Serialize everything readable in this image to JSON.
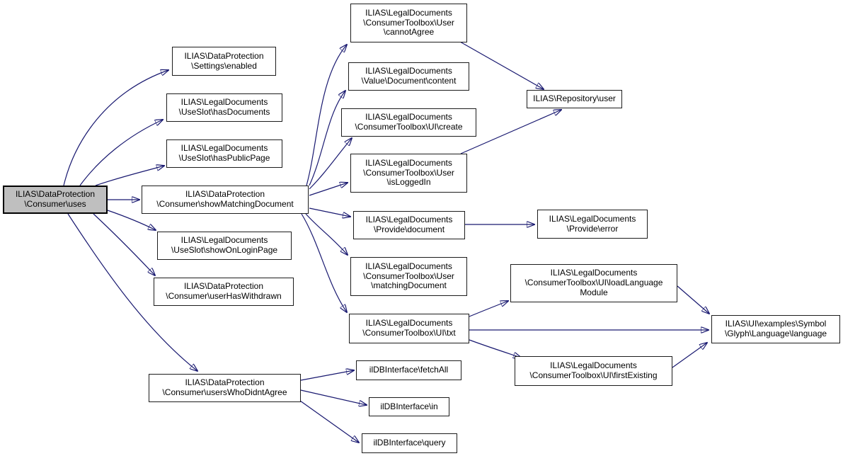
{
  "diagram": {
    "kind": "doxygen-call-graph",
    "colors": {
      "edge": "#191970",
      "node_border": "#1c1c1c",
      "node_fill": "#ffffff",
      "focus_node_fill": "#bfbfbf",
      "text": "#000000",
      "background": "#ffffff"
    },
    "nodes": {
      "uses": {
        "label": "ILIAS\\DataProtection\n\\Consumer\\uses",
        "focus": true
      },
      "enabled": {
        "label": "ILIAS\\DataProtection\n\\Settings\\enabled"
      },
      "hasDocuments": {
        "label": "ILIAS\\LegalDocuments\n\\UseSlot\\hasDocuments"
      },
      "hasPublicPage": {
        "label": "ILIAS\\LegalDocuments\n\\UseSlot\\hasPublicPage"
      },
      "showMatchingDocument": {
        "label": "ILIAS\\DataProtection\n\\Consumer\\showMatchingDocument"
      },
      "showOnLoginPage": {
        "label": "ILIAS\\LegalDocuments\n\\UseSlot\\showOnLoginPage"
      },
      "userHasWithdrawn": {
        "label": "ILIAS\\DataProtection\n\\Consumer\\userHasWithdrawn"
      },
      "usersWhoDidntAgree": {
        "label": "ILIAS\\DataProtection\n\\Consumer\\usersWhoDidntAgree"
      },
      "cannotAgree": {
        "label": "ILIAS\\LegalDocuments\n\\ConsumerToolbox\\User\n\\cannotAgree"
      },
      "content": {
        "label": "ILIAS\\LegalDocuments\n\\Value\\Document\\content"
      },
      "create": {
        "label": "ILIAS\\LegalDocuments\n\\ConsumerToolbox\\UI\\create"
      },
      "isLoggedIn": {
        "label": "ILIAS\\LegalDocuments\n\\ConsumerToolbox\\User\n\\isLoggedIn"
      },
      "document": {
        "label": "ILIAS\\LegalDocuments\n\\Provide\\document"
      },
      "matchingDocument": {
        "label": "ILIAS\\LegalDocuments\n\\ConsumerToolbox\\User\n\\matchingDocument"
      },
      "txt": {
        "label": "ILIAS\\LegalDocuments\n\\ConsumerToolbox\\UI\\txt"
      },
      "fetchAll": {
        "label": "ilDBInterface\\fetchAll"
      },
      "in": {
        "label": "ilDBInterface\\in"
      },
      "query": {
        "label": "ilDBInterface\\query"
      },
      "user": {
        "label": "ILIAS\\Repository\\user"
      },
      "error": {
        "label": "ILIAS\\LegalDocuments\n\\Provide\\error"
      },
      "loadLanguageModule": {
        "label": "ILIAS\\LegalDocuments\n\\ConsumerToolbox\\UI\\loadLanguage\nModule"
      },
      "language": {
        "label": "ILIAS\\UI\\examples\\Symbol\n\\Glyph\\Language\\language"
      },
      "firstExisting": {
        "label": "ILIAS\\LegalDocuments\n\\ConsumerToolbox\\UI\\firstExisting"
      }
    },
    "edges": [
      {
        "from": "uses",
        "to": "enabled"
      },
      {
        "from": "uses",
        "to": "hasDocuments"
      },
      {
        "from": "uses",
        "to": "hasPublicPage"
      },
      {
        "from": "uses",
        "to": "showMatchingDocument"
      },
      {
        "from": "uses",
        "to": "showOnLoginPage"
      },
      {
        "from": "uses",
        "to": "userHasWithdrawn"
      },
      {
        "from": "uses",
        "to": "usersWhoDidntAgree"
      },
      {
        "from": "showMatchingDocument",
        "to": "cannotAgree"
      },
      {
        "from": "showMatchingDocument",
        "to": "content"
      },
      {
        "from": "showMatchingDocument",
        "to": "create"
      },
      {
        "from": "showMatchingDocument",
        "to": "isLoggedIn"
      },
      {
        "from": "showMatchingDocument",
        "to": "document"
      },
      {
        "from": "showMatchingDocument",
        "to": "matchingDocument"
      },
      {
        "from": "showMatchingDocument",
        "to": "txt"
      },
      {
        "from": "cannotAgree",
        "to": "user"
      },
      {
        "from": "isLoggedIn",
        "to": "user"
      },
      {
        "from": "document",
        "to": "error"
      },
      {
        "from": "txt",
        "to": "loadLanguageModule"
      },
      {
        "from": "txt",
        "to": "language"
      },
      {
        "from": "txt",
        "to": "firstExisting"
      },
      {
        "from": "loadLanguageModule",
        "to": "language"
      },
      {
        "from": "firstExisting",
        "to": "language"
      },
      {
        "from": "usersWhoDidntAgree",
        "to": "fetchAll"
      },
      {
        "from": "usersWhoDidntAgree",
        "to": "in"
      },
      {
        "from": "usersWhoDidntAgree",
        "to": "query"
      }
    ]
  }
}
